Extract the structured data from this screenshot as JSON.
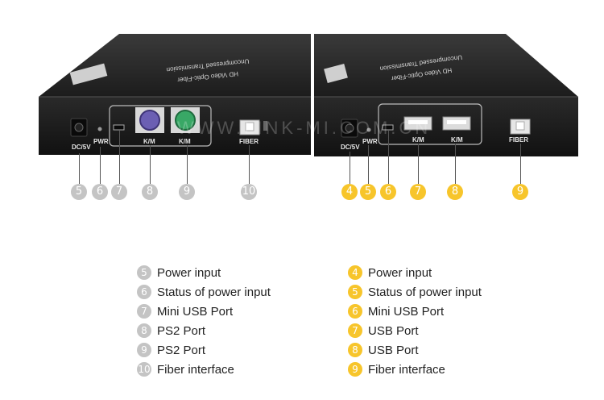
{
  "watermark": "WWW.LINK-MI.COM.CN",
  "left_unit": {
    "top_text_1": "HD Video Optic-Fiber",
    "top_text_2": "Uncompressed Transmission",
    "port_labels": {
      "dc": "DC/5V",
      "pwr": "PWR",
      "km1": "K/M",
      "km2": "K/M",
      "fiber": "FIBER"
    },
    "markers": [
      "5",
      "6",
      "7",
      "8",
      "9",
      "10"
    ],
    "marker_color": "#c4c4c4"
  },
  "right_unit": {
    "top_text_1": "HD Video Optic-Fiber",
    "top_text_2": "Uncompressed Transmission",
    "port_labels": {
      "dc": "DC/5V",
      "pwr": "PWR",
      "km1": "K/M",
      "km2": "K/M",
      "fiber": "FIBER"
    },
    "markers": [
      "4",
      "5",
      "6",
      "7",
      "8",
      "9"
    ],
    "marker_color": "#f7c52b"
  },
  "legend_left": [
    {
      "num": "5",
      "label": "Power input"
    },
    {
      "num": "6",
      "label": "Status of power input"
    },
    {
      "num": "7",
      "label": "Mini USB Port"
    },
    {
      "num": "8",
      "label": "PS2 Port"
    },
    {
      "num": "9",
      "label": "PS2 Port"
    },
    {
      "num": "10",
      "label": "Fiber interface"
    }
  ],
  "legend_right": [
    {
      "num": "4",
      "label": "Power input"
    },
    {
      "num": "5",
      "label": "Status of power input"
    },
    {
      "num": "6",
      "label": "Mini USB Port"
    },
    {
      "num": "7",
      "label": "USB Port"
    },
    {
      "num": "8",
      "label": "USB Port"
    },
    {
      "num": "9",
      "label": "Fiber interface"
    }
  ]
}
